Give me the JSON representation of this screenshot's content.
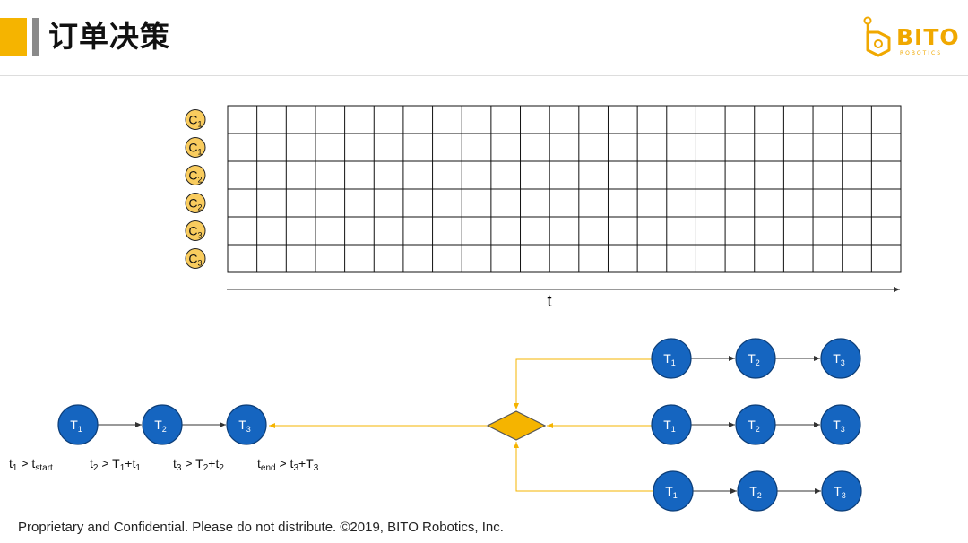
{
  "header": {
    "title": "订单决策"
  },
  "logo": {
    "name": "BITO",
    "sub": "ROBOTICS",
    "color": "#f0a800"
  },
  "colors": {
    "accent": "#f5b400",
    "node": "#1565c0",
    "node_stroke": "#0d3f7a",
    "flow": "#f5b400"
  },
  "grid": {
    "row_labels": [
      {
        "main": "C",
        "sub": "1"
      },
      {
        "main": "C",
        "sub": "1"
      },
      {
        "main": "C",
        "sub": "2"
      },
      {
        "main": "C",
        "sub": "2"
      },
      {
        "main": "C",
        "sub": "3"
      },
      {
        "main": "C",
        "sub": "3"
      }
    ],
    "columns": 23,
    "axis_label": "t"
  },
  "left_chain": [
    {
      "main": "T",
      "sub": "1"
    },
    {
      "main": "T",
      "sub": "2"
    },
    {
      "main": "T",
      "sub": "3"
    }
  ],
  "right_chains": [
    [
      {
        "main": "T",
        "sub": "1"
      },
      {
        "main": "T",
        "sub": "2"
      },
      {
        "main": "T",
        "sub": "3"
      }
    ],
    [
      {
        "main": "T",
        "sub": "1"
      },
      {
        "main": "T",
        "sub": "2"
      },
      {
        "main": "T",
        "sub": "3"
      }
    ],
    [
      {
        "main": "T",
        "sub": "1"
      },
      {
        "main": "T",
        "sub": "2"
      },
      {
        "main": "T",
        "sub": "3"
      }
    ]
  ],
  "constraints": [
    {
      "a": "t",
      "a_sub": "1",
      "op": " > ",
      "b": "t",
      "b_sub": "start",
      "c": "",
      "c_sub": "",
      "d": ""
    },
    {
      "a": "t",
      "a_sub": "2",
      "op": " > ",
      "b": "T",
      "b_sub": "1",
      "c": "+t",
      "c_sub": "1",
      "d": ""
    },
    {
      "a": "t",
      "a_sub": "3",
      "op": " > ",
      "b": "T",
      "b_sub": "2",
      "c": "+t",
      "c_sub": "2",
      "d": ""
    },
    {
      "a": "t",
      "a_sub": "end",
      "op": " > ",
      "b": "t",
      "b_sub": "3",
      "c": "+T",
      "c_sub": "3",
      "d": ""
    }
  ],
  "footer": {
    "text": "Proprietary and Confidential. Please do not distribute. ©2019, BITO Robotics, Inc."
  }
}
